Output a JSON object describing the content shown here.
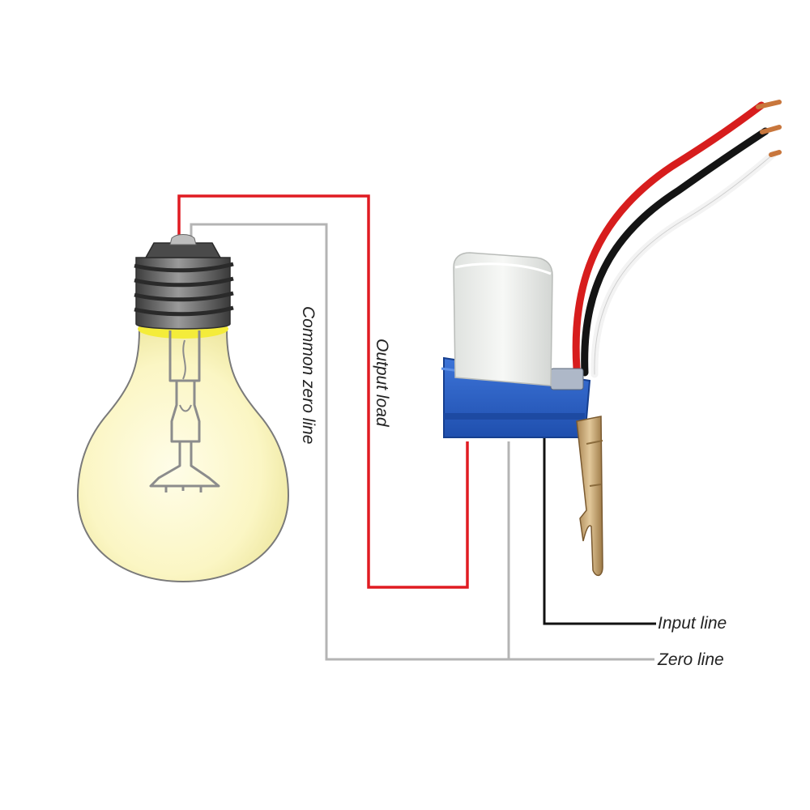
{
  "labels": {
    "common_zero_line": "Common zero line",
    "output_load": "Output load",
    "input_line": "Input line",
    "zero_line": "Zero line"
  },
  "colors": {
    "live_wire": "#e01b22",
    "neutral_wire": "#b4b4b4",
    "input_wire": "#111111",
    "sensor_housing": "#2f63c9",
    "sensor_cover": "#eef0ee",
    "bulb_glass": "#fbf7cf",
    "bulb_base": "#6a6a6a"
  },
  "icons": {
    "bulb": "light-bulb-icon",
    "sensor": "photocell-switch-icon"
  }
}
